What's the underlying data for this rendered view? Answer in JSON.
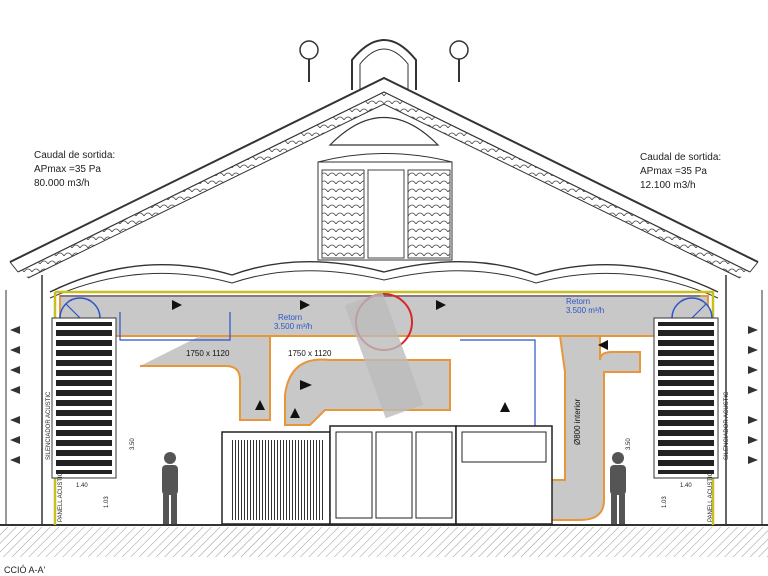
{
  "left_note": {
    "line1": "Caudal de sortida:",
    "line2": "APmax =35 Pa",
    "line3": "80.000 m3/h"
  },
  "right_note": {
    "line1": "Caudal de sortida:",
    "line2": "APmax =35 Pa",
    "line3": "12.100 m3/h"
  },
  "return_left": {
    "line1": "Retorn",
    "line2": "3.500 m³/h"
  },
  "return_right": {
    "line1": "Retorn",
    "line2": "3.500 m³/h"
  },
  "duct_left_size": "1750 x 1120",
  "duct_mid_size": "1750 x 1120",
  "duct_diameter": "Ø800 interior",
  "silencer_left": "SILENCIADOR ACUSTIC",
  "silencer_right": "SILENCIADOR ACUSTIC",
  "panel_left": "PANELL ACUSTIC",
  "panel_right": "PANELL ACUSTIC",
  "dim_left_height": "3.50",
  "dim_right_height": "3.50",
  "dim_left_width": "1.40",
  "dim_right_width": "1.40",
  "dim_left_base": "1.03",
  "dim_right_base": "1.03",
  "section_title": "CCIÓ A-A'",
  "colors": {
    "duct_outline": "#e8963a",
    "roof_line": "#c8c020",
    "return_line": "#2a55c8",
    "duct_fill": "#c8c8c8",
    "highlight_red": "#d8262a"
  }
}
